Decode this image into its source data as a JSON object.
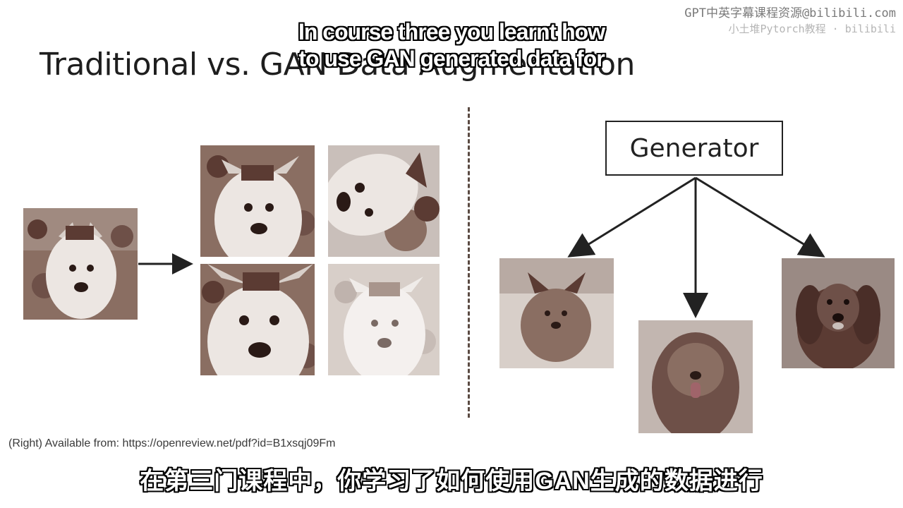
{
  "slide": {
    "title": "Traditional vs. GAN Data Augmentation",
    "caption": "(Right) Available from: https://openreview.net/pdf?id=B1xsqj09Fm",
    "generator_label": "Generator"
  },
  "subtitles": {
    "english_line1": "In course three you learnt how",
    "english_line2": "to use GAN generated data for",
    "chinese": "在第三门课程中，你学习了如何使用GAN生成的数据进行"
  },
  "watermark": {
    "line1": "GPT中英字幕课程资源@bilibili.com",
    "line2": "小土堆Pytorch教程 · bilibili"
  },
  "colors": {
    "sepia_dark": "#5b3b33",
    "sepia_mid": "#8a6a5c",
    "sepia_light": "#d8cfc9",
    "arrow": "#222222"
  },
  "icons": {
    "original_dog": "white-dog-photo",
    "augmented": [
      "dog-crop-photo",
      "dog-rotated-photo",
      "dog-zoom-photo",
      "dog-faded-photo"
    ],
    "generated": [
      "yorkie-photo",
      "shaggy-dog-photo",
      "spaniel-photo"
    ]
  }
}
